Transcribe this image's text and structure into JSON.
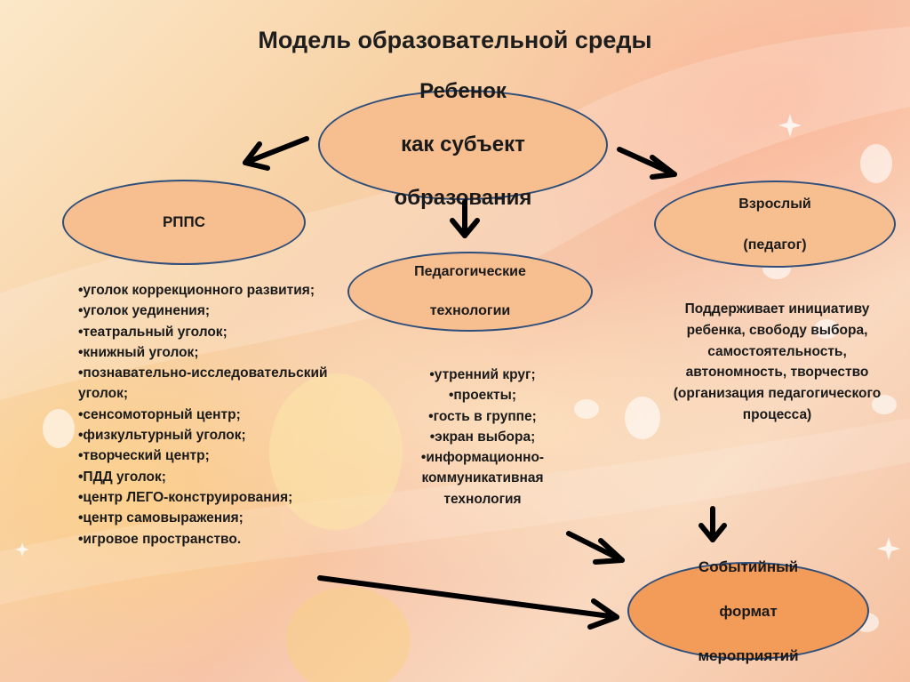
{
  "slide": {
    "title": "Модель образовательной среды",
    "nodes": {
      "child": {
        "lines": [
          "Ребенок",
          "как субъект",
          "образования"
        ]
      },
      "rpps": {
        "label": "РППС"
      },
      "technologies": {
        "lines": [
          "Педагогические",
          "технологии"
        ]
      },
      "adult": {
        "lines": [
          "Взрослый",
          "(педагог)"
        ]
      },
      "event_format": {
        "lines": [
          "Событийный",
          "формат",
          "мероприятий"
        ]
      }
    },
    "rpps_items": [
      "•уголок коррекционного развития;",
      "•уголок уединения;",
      "•театральный уголок;",
      "•книжный уголок;",
      "•познавательно-исследовательский уголок;",
      "•сенсомоторный центр;",
      "•физкультурный уголок;",
      "•творческий центр;",
      "•ПДД уголок;",
      "•центр ЛЕГО-конструирования;",
      "•центр самовыражения;",
      "•игровое пространство."
    ],
    "technology_items": [
      "•утренний круг;",
      "•проекты;",
      "•гость в группе;",
      "•экран выбора;",
      "•информационно-коммуникативная технология"
    ],
    "adult_description": "Поддерживает инициативу ребенка, свободу выбора, самостоятельность, автономность, творчество (организация педагогического процесса)"
  },
  "colors": {
    "oval_fill": "#f7be90",
    "oval_fill_accent": "#f39b58",
    "oval_border": "#2f4f7a",
    "arrow": "#000000",
    "text": "#1a1a1a"
  }
}
